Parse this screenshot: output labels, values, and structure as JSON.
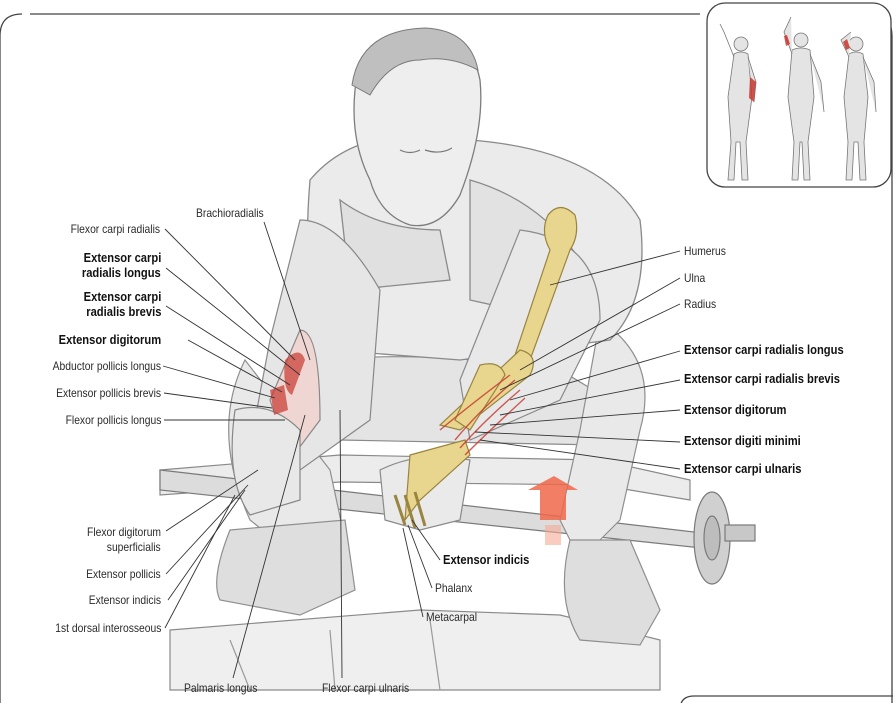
{
  "labels_left": {
    "flexor_carpi_radialis": "Flexor carpi radialis",
    "ecrl_line1": "Extensor carpi",
    "ecrl_line2": "radialis longus",
    "ecrb_line1": "Extensor carpi",
    "ecrb_line2": "radialis brevis",
    "extensor_digitorum": "Extensor digitorum",
    "abductor_pollicis_longus": "Abductor pollicis longus",
    "extensor_pollicis_brevis": "Extensor pollicis brevis",
    "flexor_pollicis_longus": "Flexor pollicis longus",
    "fds_line1": "Flexor digitorum",
    "fds_line2": "superficialis",
    "extensor_pollicis": "Extensor pollicis",
    "extensor_indicis": "Extensor indicis",
    "first_dorsal_interosseous": "1st dorsal interosseous"
  },
  "labels_top": {
    "brachioradialis": "Brachioradialis"
  },
  "labels_bottom": {
    "palmaris_longus": "Palmaris longus",
    "flexor_carpi_ulnaris": "Flexor carpi ulnaris"
  },
  "labels_right": {
    "humerus": "Humerus",
    "ulna": "Ulna",
    "radius": "Radius",
    "ecrl": "Extensor carpi radialis longus",
    "ecrb": "Extensor carpi radialis brevis",
    "extensor_digitorum": "Extensor digitorum",
    "extensor_digiti_minimi": "Extensor digiti minimi",
    "extensor_carpi_ulnaris": "Extensor carpi ulnaris"
  },
  "labels_center": {
    "extensor_indicis": "Extensor indicis",
    "phalanx": "Phalanx",
    "metacarpal": "Metacarpal"
  },
  "colors": {
    "muscle_highlight": "#c8372f",
    "bone": "#e8d58e",
    "arrow": "#f0684a",
    "line": "#333333"
  }
}
